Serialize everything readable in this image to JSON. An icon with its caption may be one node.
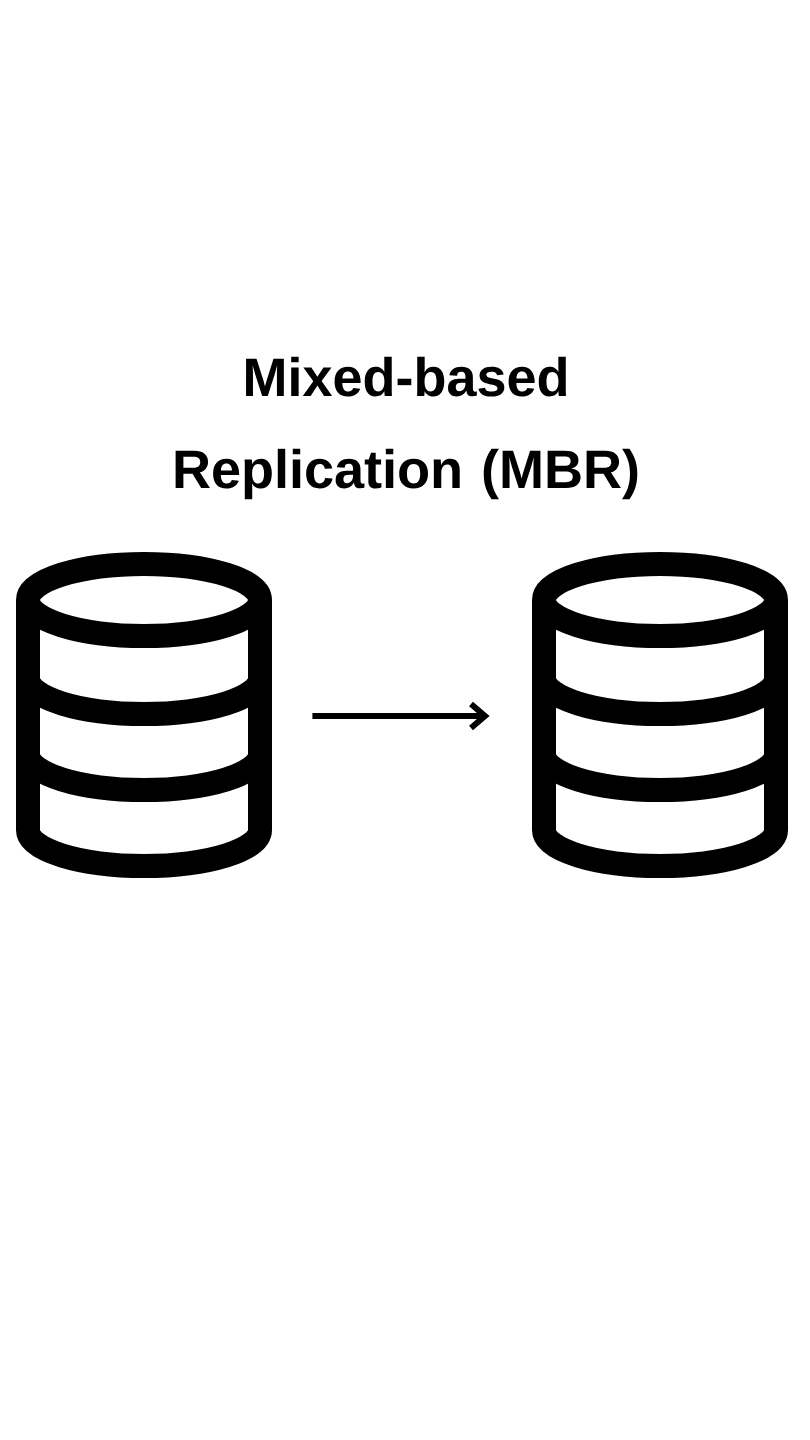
{
  "diagram": {
    "title": "Mixed-based Replication (MBR)",
    "nodes": [
      {
        "text": [],
        "shape": "cylinder"
      },
      {
        "text": [],
        "shape": "cylinder"
      }
    ],
    "edges": [
      {
        "from": 0,
        "to": 1,
        "arrow": "to"
      }
    ]
  }
}
